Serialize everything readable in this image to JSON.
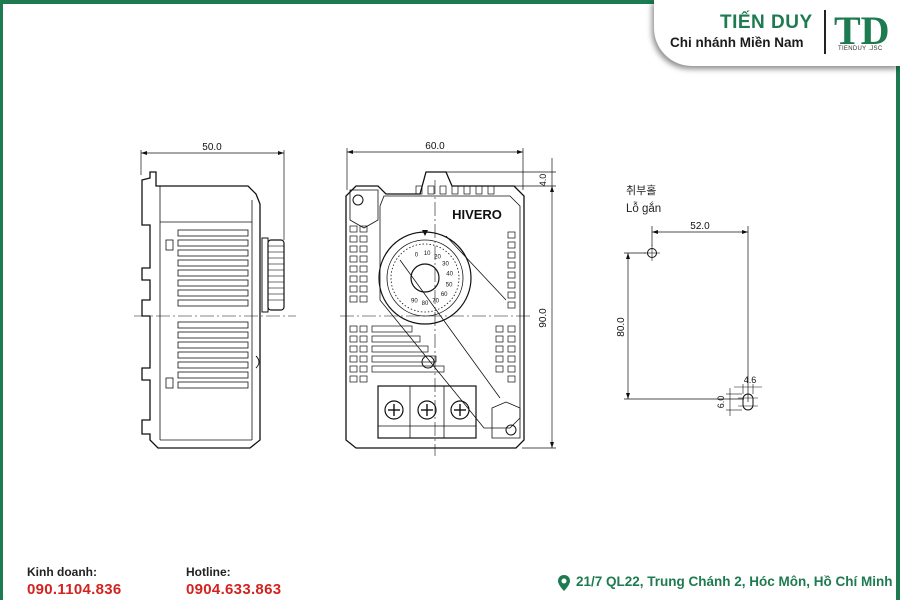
{
  "brand": {
    "name": "TIẾN DUY",
    "branch": "Chi nhánh Miền Nam",
    "logo_letters": "TD",
    "logo_caption": "TIENDUY .JSC",
    "accent": "#1e7a50"
  },
  "drawing": {
    "side_width": "50.0",
    "front_width": "60.0",
    "front_height": "90.0",
    "top_offset": "4.0",
    "brand_label": "HIVERO",
    "hole_label_korean": "취부홀",
    "hole_label_vn": "Lỗ gắn",
    "hole_spacing_x": "52.0",
    "hole_spacing_y": "80.0",
    "hole_dia": "4.6",
    "hole_slot": "6.0",
    "dial_numbers": [
      "0",
      "10",
      "20",
      "30",
      "40",
      "50",
      "60",
      "70",
      "80",
      "90"
    ]
  },
  "footer": {
    "sales_label": "Kinh doanh:",
    "sales_phone": "090.1104.836",
    "hotline_label": "Hotline:",
    "hotline_phone": "0904.633.863",
    "address": "21/7 QL22, Trung Chánh 2, Hóc Môn, Hồ Chí Minh",
    "phone_color": "#d2231e"
  }
}
